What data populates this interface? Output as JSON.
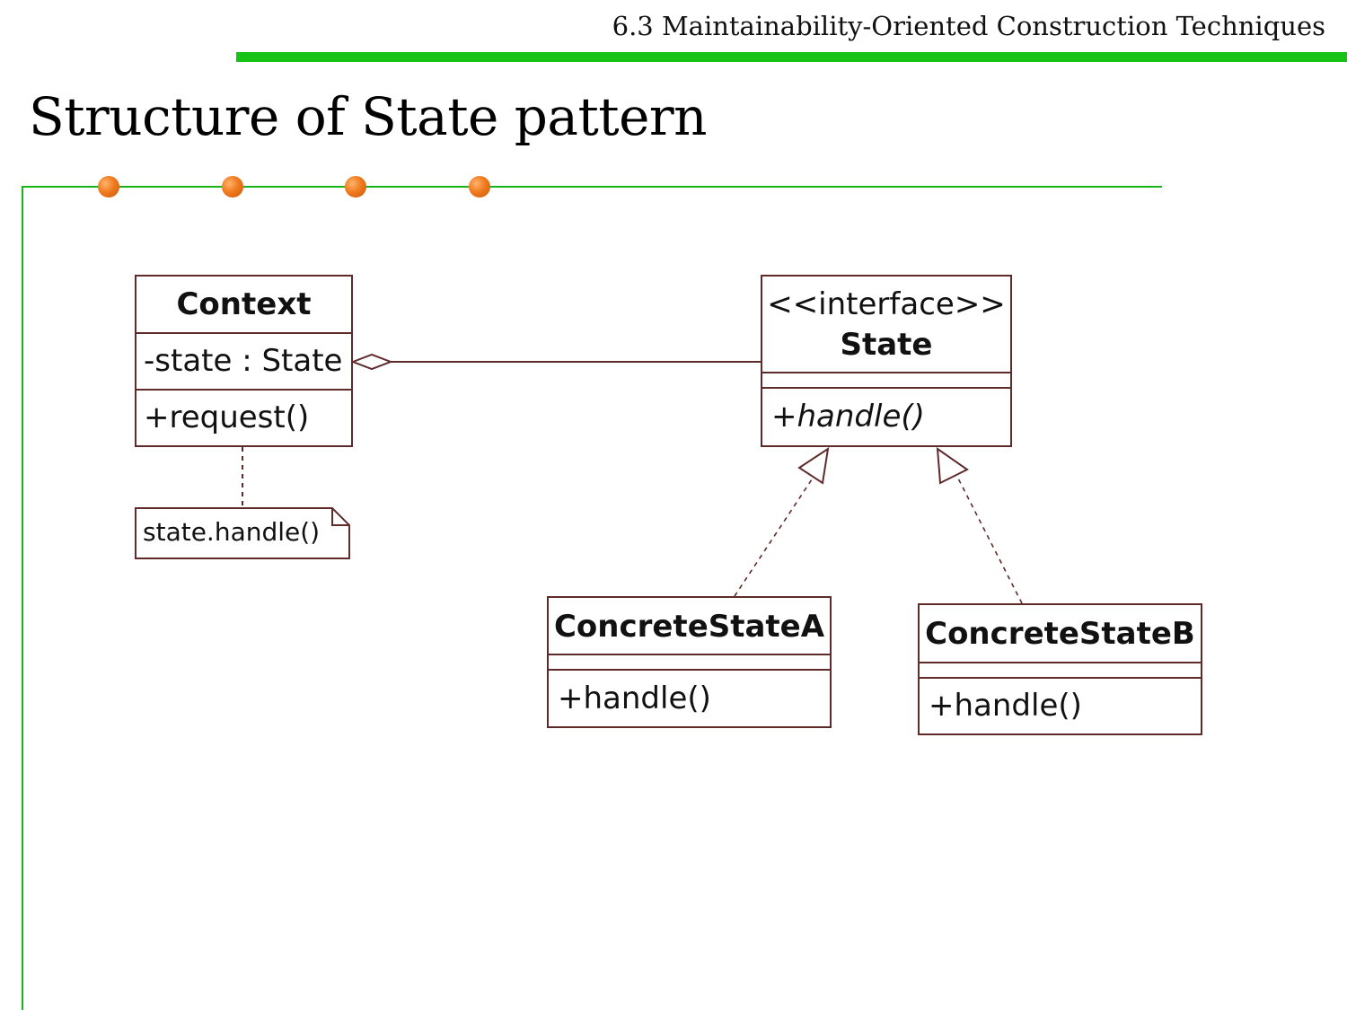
{
  "header": {
    "section": "6.3 Maintainability-Oriented Construction Techniques"
  },
  "slide": {
    "title": "Structure of State pattern"
  },
  "colors": {
    "accent_green": "#16c316",
    "bullet_orange": "#f07a1d",
    "uml_border": "#5e2a2a"
  },
  "diagram": {
    "context": {
      "name": "Context",
      "attribute": "-state : State",
      "operation": "+request()"
    },
    "state": {
      "stereotype": "<<interface>>",
      "name": "State",
      "operation": "+handle()"
    },
    "concrete_a": {
      "name": "ConcreteStateA",
      "operation": "+handle()"
    },
    "concrete_b": {
      "name": "ConcreteStateB",
      "operation": "+handle()"
    },
    "note": {
      "text": "state.handle()"
    }
  }
}
